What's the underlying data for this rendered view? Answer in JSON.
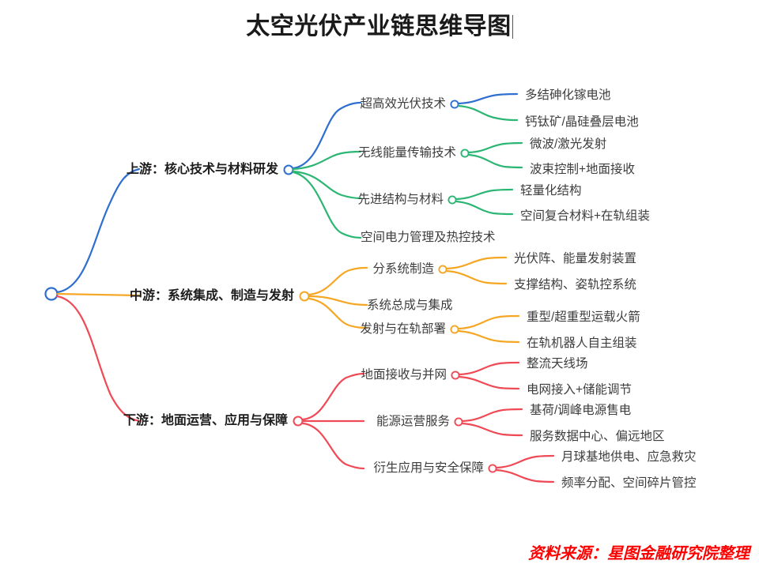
{
  "page": {
    "title": "太空光伏产业链思维导图",
    "source_note": "资料来源：星图金融研究院整理",
    "background": "#ffffff"
  },
  "colors": {
    "blue": "#2f6fd0",
    "green": "#2bb673",
    "orange": "#f5a623",
    "red": "#ef4a55",
    "title_text": "#1a1a1a",
    "label_text": "#3c3c3c",
    "source_text": "#ff0000"
  },
  "mindmap": {
    "root": {
      "label": "",
      "color": "#2f6fd0"
    },
    "branches": [
      {
        "label": "上游：核心技术与材料研发",
        "color": "#2f6fd0",
        "children": [
          {
            "label": "超高效光伏技术",
            "color": "#2f6fd0",
            "children": [
              {
                "label": "多结砷化镓电池",
                "color": "#2f6fd0"
              },
              {
                "label": "钙钛矿/晶硅叠层电池",
                "color": "#2bb673"
              }
            ]
          },
          {
            "label": "无线能量传输技术",
            "color": "#2bb673",
            "children": [
              {
                "label": "微波/激光发射",
                "color": "#2bb673"
              },
              {
                "label": "波束控制+地面接收",
                "color": "#2bb673"
              }
            ]
          },
          {
            "label": "先进结构与材料",
            "color": "#2bb673",
            "children": [
              {
                "label": "轻量化结构",
                "color": "#2bb673"
              },
              {
                "label": "空间复合材料+在轨组装",
                "color": "#2bb673"
              }
            ]
          },
          {
            "label": "空间电力管理及热控技术",
            "color": "#2bb673",
            "children": []
          }
        ]
      },
      {
        "label": "中游：系统集成、制造与发射",
        "color": "#f5a623",
        "children": [
          {
            "label": "分系统制造",
            "color": "#f5a623",
            "children": [
              {
                "label": "光伏阵、能量发射装置",
                "color": "#f5a623"
              },
              {
                "label": "支撑结构、姿轨控系统",
                "color": "#f5a623"
              }
            ]
          },
          {
            "label": "系统总成与集成",
            "color": "#f5a623",
            "children": []
          },
          {
            "label": "发射与在轨部署",
            "color": "#f5a623",
            "children": [
              {
                "label": "重型/超重型运载火箭",
                "color": "#f5a623"
              },
              {
                "label": "在轨机器人自主组装",
                "color": "#f5a623"
              }
            ]
          }
        ]
      },
      {
        "label": "下游：地面运营、应用与保障",
        "color": "#ef4a55",
        "children": [
          {
            "label": "地面接收与并网",
            "color": "#ef4a55",
            "children": [
              {
                "label": "整流天线场",
                "color": "#ef4a55"
              },
              {
                "label": "电网接入+储能调节",
                "color": "#ef4a55"
              }
            ]
          },
          {
            "label": "能源运营服务",
            "color": "#ef4a55",
            "children": [
              {
                "label": "基荷/调峰电源售电",
                "color": "#ef4a55"
              },
              {
                "label": "服务数据中心、偏远地区",
                "color": "#ef4a55"
              }
            ]
          },
          {
            "label": "衍生应用与安全保障",
            "color": "#ef4a55",
            "children": [
              {
                "label": "月球基地供电、应急救灾",
                "color": "#ef4a55"
              },
              {
                "label": "频率分配、空间碎片管控",
                "color": "#ef4a55"
              }
            ]
          }
        ]
      }
    ]
  }
}
